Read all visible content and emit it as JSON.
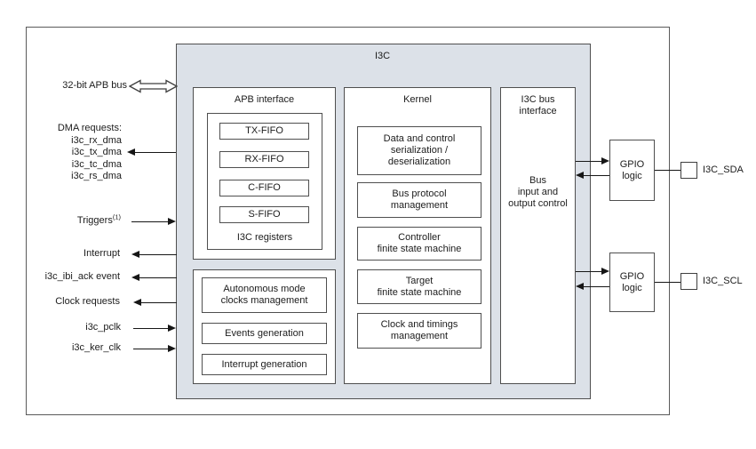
{
  "diagram_title": "I3C",
  "left_signals": {
    "apb_bus": {
      "label": "32-bit APB bus"
    },
    "dma": {
      "label": "DMA requests:",
      "items": [
        "i3c_rx_dma",
        "i3c_tx_dma",
        "i3c_tc_dma",
        "i3c_rs_dma"
      ]
    },
    "triggers": {
      "label": "Triggers",
      "sup": "(1)"
    },
    "interrupt": {
      "label": "Interrupt"
    },
    "ibi_ack": {
      "label": "i3c_ibi_ack event"
    },
    "clock_requests": {
      "label": "Clock requests"
    },
    "pclk": {
      "label": "i3c_pclk"
    },
    "ker_clk": {
      "label": "i3c_ker_clk"
    }
  },
  "apb_interface": {
    "title": "APB interface",
    "fifos": [
      "TX-FIFO",
      "RX-FIFO",
      "C-FIFO",
      "S-FIFO"
    ],
    "registers_label": "I3C registers"
  },
  "clocks_block": {
    "autonomous": {
      "lines": [
        "Autonomous mode",
        "clocks management"
      ]
    },
    "events": {
      "label": "Events generation"
    },
    "interrupt_gen": {
      "label": "Interrupt generation"
    }
  },
  "kernel": {
    "title": "Kernel",
    "serialization": {
      "lines": [
        "Data and control",
        "serialization /",
        "deserialization"
      ]
    },
    "bus_protocol": {
      "lines": [
        "Bus protocol",
        "management"
      ]
    },
    "controller_fsm": {
      "lines": [
        "Controller",
        "finite state machine"
      ]
    },
    "target_fsm": {
      "lines": [
        "Target",
        "finite state machine"
      ]
    },
    "clock_timings": {
      "lines": [
        "Clock and timings",
        "management"
      ]
    }
  },
  "bus_interface": {
    "title_lines": [
      "I3C bus",
      "interface"
    ],
    "body_lines": [
      "Bus",
      "input and",
      "output control"
    ]
  },
  "gpio_sda": {
    "lines": [
      "GPIO",
      "logic"
    ],
    "pad_label": "I3C_SDA"
  },
  "gpio_scl": {
    "lines": [
      "GPIO",
      "logic"
    ],
    "pad_label": "I3C_SCL"
  },
  "colors": {
    "block_fill": "#dce1e8",
    "border": "#4f4f4f",
    "line": "#161616",
    "background": "#ffffff"
  }
}
